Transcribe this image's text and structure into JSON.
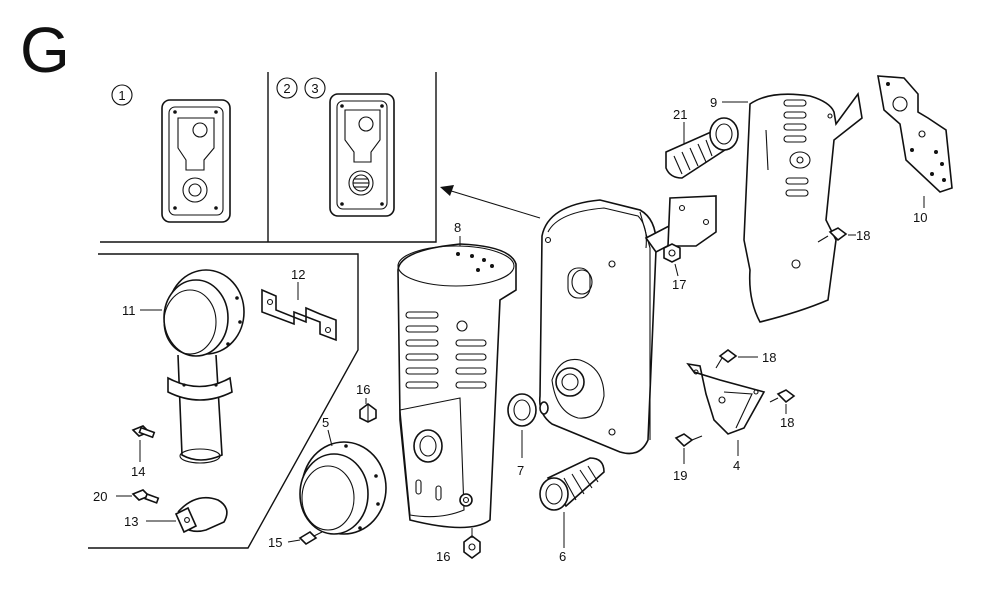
{
  "section": "G",
  "variant_labels": {
    "v1": "1",
    "v2": "2",
    "v3": "3"
  },
  "callouts": {
    "c4": "4",
    "c5": "5",
    "c6": "6",
    "c7": "7",
    "c8": "8",
    "c9": "9",
    "c10": "10",
    "c11": "11",
    "c12": "12",
    "c13": "13",
    "c14": "14",
    "c15": "15",
    "c16a": "16",
    "c16b": "16",
    "c17": "17",
    "c18a": "18",
    "c18b": "18",
    "c18c": "18",
    "c19": "19",
    "c20": "20",
    "c21": "21"
  }
}
